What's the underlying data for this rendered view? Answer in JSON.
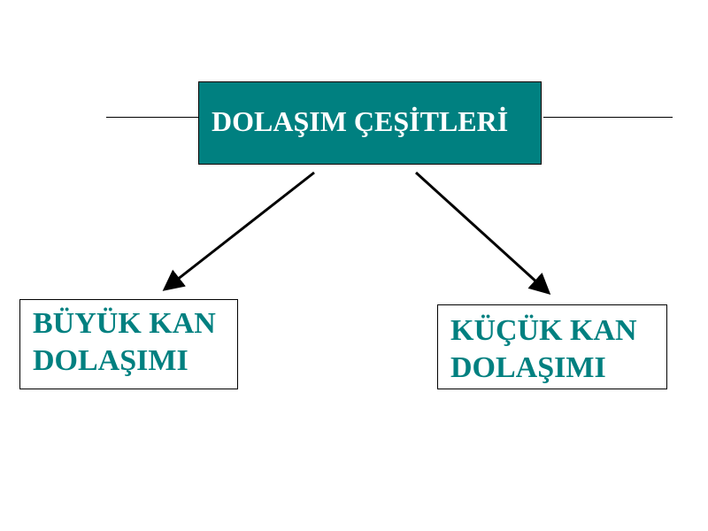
{
  "diagram": {
    "root": {
      "label": "DOLAŞIM ÇEŞİTLERİ",
      "color": "#008080",
      "text_color": "#ffffff"
    },
    "children": [
      {
        "line1": "BÜYÜK KAN",
        "line2": "DOLAŞIMI",
        "text_color": "#008080"
      },
      {
        "line1": "KÜÇÜK KAN",
        "line2": "DOLAŞIMI",
        "text_color": "#008080"
      }
    ],
    "connectors": [
      {
        "from": "root",
        "to": "children.0",
        "style": "arrow"
      },
      {
        "from": "root",
        "to": "children.1",
        "style": "arrow"
      }
    ]
  }
}
